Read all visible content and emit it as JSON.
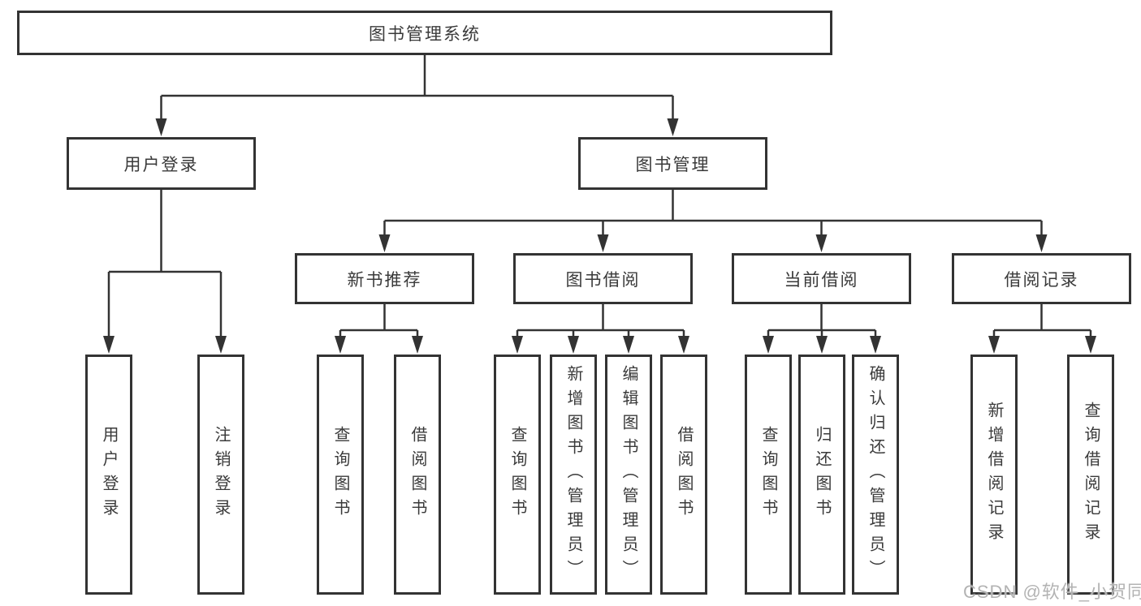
{
  "diagram": {
    "title_node": {
      "label": "图书管理系统"
    },
    "level2": [
      {
        "label": "用户登录"
      },
      {
        "label": "图书管理"
      }
    ],
    "level3": [
      {
        "label": "新书推荐"
      },
      {
        "label": "图书借阅"
      },
      {
        "label": "当前借阅"
      },
      {
        "label": "借阅记录"
      }
    ],
    "leaves": [
      {
        "label": "用户登录"
      },
      {
        "label": "注销登录"
      },
      {
        "label": "查询图书"
      },
      {
        "label": "借阅图书"
      },
      {
        "label": "查询图书"
      },
      {
        "label": "新增图书（管理员）"
      },
      {
        "label": "编辑图书（管理员）"
      },
      {
        "label": "借阅图书"
      },
      {
        "label": "查询图书"
      },
      {
        "label": "归还图书"
      },
      {
        "label": "确认归还（管理员）"
      },
      {
        "label": "新增借阅记录"
      },
      {
        "label": "查询借阅记录"
      }
    ]
  },
  "watermark": {
    "text": "CSDN @软件_小贺同学"
  },
  "colors": {
    "line": "#333333",
    "box_border": "#333333",
    "box_fill": "#ffffff",
    "text": "#3a3a3a",
    "watermark": "#b3b3b3",
    "background": "#ffffff"
  }
}
